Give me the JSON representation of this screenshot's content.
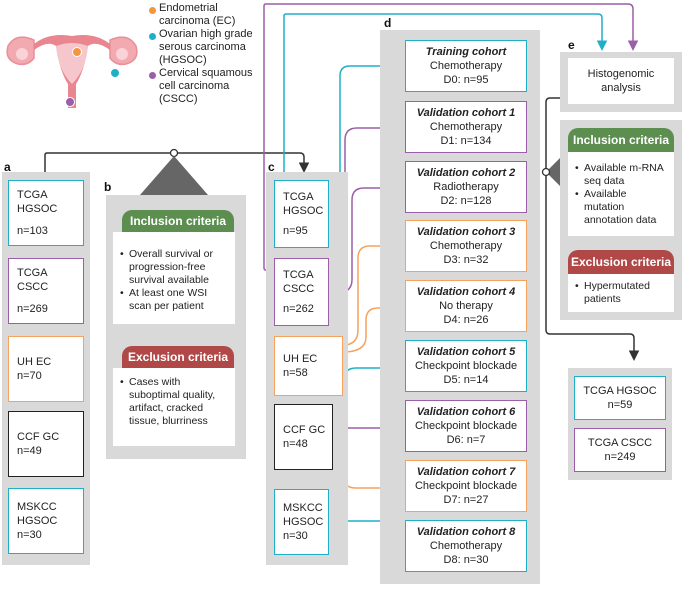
{
  "legend": [
    {
      "label": "Endometrial\ncarcinoma (EC)",
      "color": "#f5953f"
    },
    {
      "label": "Ovarian high grade\nserous carcinoma\n(HGSOC)",
      "color": "#1fb0c8"
    },
    {
      "label": "Cervical squamous\ncell carcinoma\n(CSCC)",
      "color": "#9b5ea8"
    }
  ],
  "panel_letters": {
    "a": "a",
    "b": "b",
    "c": "c",
    "d": "d",
    "e": "e"
  },
  "panel_a": [
    {
      "name": "TCGA\nHGSOC",
      "n": "n=103"
    },
    {
      "name": "TCGA\nCSCC",
      "n": "n=269"
    },
    {
      "name": "UH EC",
      "n": "n=70"
    },
    {
      "name": "CCF GC",
      "n": "n=49"
    },
    {
      "name": "MSKCC\nHGSOC",
      "n": "n=30"
    }
  ],
  "panel_b": {
    "inclusion_title": "Inclusion criteria",
    "inclusion_items": [
      "Overall survival or progression-free survival available",
      "At least one WSI scan per patient"
    ],
    "exclusion_title": "Exclusion criteria",
    "exclusion_items": [
      "Cases with suboptimal quality, artifact, cracked tissue, blurriness"
    ]
  },
  "panel_c": [
    {
      "name": "TCGA\nHGSOC",
      "n": "n=95"
    },
    {
      "name": "TCGA\nCSCC",
      "n": "n=262"
    },
    {
      "name": "UH EC",
      "n": "n=58"
    },
    {
      "name": "CCF GC",
      "n": "n=48"
    },
    {
      "name": "MSKCC\nHGSOC",
      "n": "n=30"
    }
  ],
  "panel_d": [
    {
      "title": "Training cohort",
      "therapy": "Chemotherapy",
      "n": "D0: n=95"
    },
    {
      "title": "Validation cohort 1",
      "therapy": "Chemotherapy",
      "n": "D1: n=134"
    },
    {
      "title": "Validation cohort 2",
      "therapy": "Radiotherapy",
      "n": "D2: n=128"
    },
    {
      "title": "Validation cohort 3",
      "therapy": "Chemotherapy",
      "n": "D3: n=32"
    },
    {
      "title": "Validation cohort 4",
      "therapy": "No therapy",
      "n": "D4: n=26"
    },
    {
      "title": "Validation cohort 5",
      "therapy": "Checkpoint blockade",
      "n": "D5: n=14"
    },
    {
      "title": "Validation cohort 6",
      "therapy": "Checkpoint blockade",
      "n": "D6: n=7"
    },
    {
      "title": "Validation cohort 7",
      "therapy": "Checkpoint blockade",
      "n": "D7: n=27"
    },
    {
      "title": "Validation cohort 8",
      "therapy": "Chemotherapy",
      "n": "D8: n=30"
    }
  ],
  "panel_e": {
    "analysis": "Histogenomic\nanalysis",
    "inclusion_title": "Inclusion criteria",
    "inclusion_items": [
      "Available m-RNA seq data",
      "Available mutation annotation data"
    ],
    "exclusion_title": "Exclusion criteria",
    "exclusion_items": [
      "Hypermutated patients"
    ],
    "results": [
      {
        "name": "TCGA HGSOC",
        "n": "n=59"
      },
      {
        "name": "TCGA CSCC",
        "n": "n=249"
      }
    ]
  },
  "colors": {
    "blue": "#1fb0c8",
    "purple": "#9b5ea8",
    "orange": "#f5a25d",
    "green": "#5b8e4f",
    "red": "#b14848",
    "panel": "#d9d9d9"
  }
}
